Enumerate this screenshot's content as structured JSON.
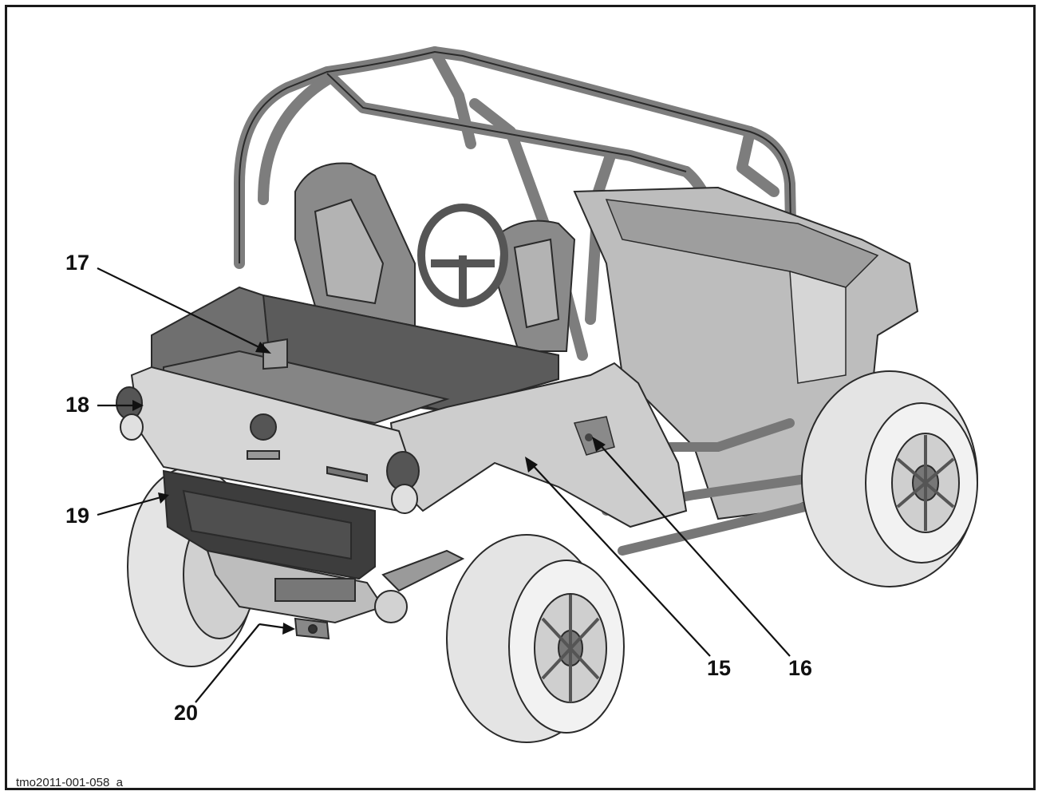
{
  "figure": {
    "id_label": "tmo2011-001-058_a",
    "subject": "vehicle-rear-three-quarter-view"
  },
  "callouts": [
    {
      "number": "15"
    },
    {
      "number": "16"
    },
    {
      "number": "17"
    },
    {
      "number": "18"
    },
    {
      "number": "19"
    },
    {
      "number": "20"
    }
  ],
  "colors": {
    "ink": "#1a1a1a",
    "body": "#cfcfcf",
    "body_dark": "#6e6e6e",
    "bed": "#7a7a7a",
    "tire": "#e4e4e4",
    "frame": "#8c8c8c"
  }
}
